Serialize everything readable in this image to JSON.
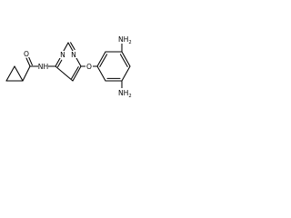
{
  "molecule": {
    "atoms": {
      "carbonyl_o": "O",
      "amide_nh": "NH",
      "ring_n_top": "N",
      "ring_n_bottom": "N",
      "ether_o": "O",
      "amino_4": "NH",
      "amino_3": "NH"
    },
    "subscript": "2"
  }
}
